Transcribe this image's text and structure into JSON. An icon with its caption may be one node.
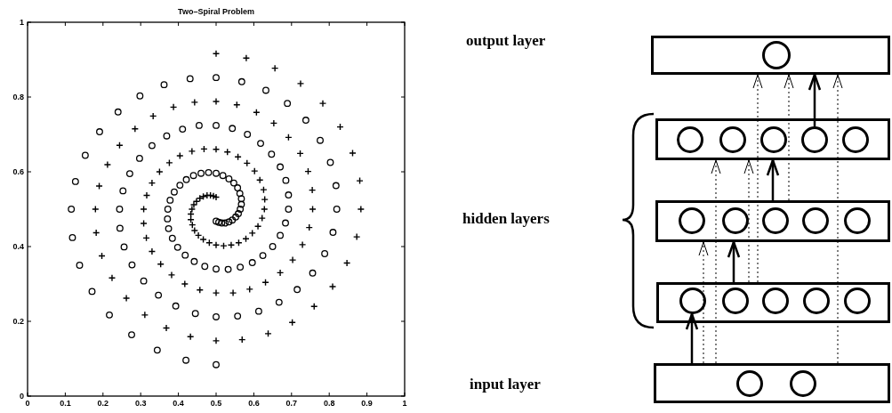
{
  "diagram": {
    "nodes": [
      {
        "text": [],
        "shape": "box"
      },
      {
        "text": [],
        "shape": "circle",
        "in": 0
      },
      {
        "text": [],
        "shape": "box"
      },
      {
        "text": [],
        "shape": "circle",
        "in": 2
      },
      {
        "text": [],
        "shape": "circle",
        "in": 2
      },
      {
        "text": [],
        "shape": "circle",
        "in": 2
      },
      {
        "text": [],
        "shape": "circle",
        "in": 2
      },
      {
        "text": [],
        "shape": "circle",
        "in": 2
      },
      {
        "text": [],
        "shape": "box"
      },
      {
        "text": [],
        "shape": "circle",
        "in": 8
      },
      {
        "text": [],
        "shape": "circle",
        "in": 8
      },
      {
        "text": [],
        "shape": "circle",
        "in": 8
      },
      {
        "text": [],
        "shape": "circle",
        "in": 8
      },
      {
        "text": [],
        "shape": "circle",
        "in": 8
      },
      {
        "text": [],
        "shape": "box"
      },
      {
        "text": [],
        "shape": "circle",
        "in": 14
      },
      {
        "text": [],
        "shape": "circle",
        "in": 14
      },
      {
        "text": [],
        "shape": "circle",
        "in": 14
      },
      {
        "text": [],
        "shape": "circle",
        "in": 14
      },
      {
        "text": [],
        "shape": "circle",
        "in": 14
      },
      {
        "text": [],
        "shape": "box"
      },
      {
        "text": [],
        "shape": "circle",
        "in": 20
      },
      {
        "text": [],
        "shape": "circle",
        "in": 20
      }
    ],
    "edges": [
      {
        "from": 20,
        "to": 15,
        "arrow": "to"
      },
      {
        "from": 20,
        "to": 8,
        "arrow": "to",
        "style": "dashed"
      },
      {
        "from": 20,
        "to": 2,
        "arrow": "to",
        "style": "dashed"
      },
      {
        "from": 14,
        "to": 8,
        "arrow": "to"
      },
      {
        "from": 14,
        "to": 2,
        "arrow": "to",
        "style": "dashed"
      },
      {
        "from": 14,
        "to": 0,
        "arrow": "to",
        "style": "dashed"
      },
      {
        "from": 8,
        "to": 2,
        "arrow": "to"
      },
      {
        "from": 8,
        "to": 0,
        "arrow": "to",
        "style": "dashed"
      },
      {
        "from": 6,
        "to": 0,
        "arrow": "to"
      },
      {
        "from": 20,
        "to": 0,
        "arrow": "to",
        "style": "dashed"
      }
    ],
    "labels": [
      "output layer",
      "hidden layers",
      "input layer"
    ],
    "chart_data": {
      "type": "scatter",
      "title": "Two–Spiral Problem",
      "xlim": [
        0,
        1
      ],
      "ylim": [
        0,
        1
      ],
      "xticks": [
        {
          "value": 0,
          "label": "0"
        },
        {
          "value": 0.1,
          "label": "0.1"
        },
        {
          "value": 0.2,
          "label": "0.2"
        },
        {
          "value": 0.3,
          "label": "0.3"
        },
        {
          "value": 0.4,
          "label": "0.4"
        },
        {
          "value": 0.5,
          "label": "0.5"
        },
        {
          "value": 0.6,
          "label": "0.6"
        },
        {
          "value": 0.7,
          "label": "0.7"
        },
        {
          "value": 0.8,
          "label": "0.8"
        },
        {
          "value": 0.9,
          "label": "0.9"
        },
        {
          "value": 1,
          "label": "1"
        }
      ],
      "yticks": [
        {
          "value": 0,
          "label": "0"
        },
        {
          "value": 0.2,
          "label": "0.2"
        },
        {
          "value": 0.4,
          "label": "0.4"
        },
        {
          "value": 0.6,
          "label": "0.6"
        },
        {
          "value": 0.8,
          "label": "0.8"
        },
        {
          "value": 1,
          "label": "1"
        }
      ],
      "x": [
        0.5,
        0.58,
        0.656,
        0.724,
        0.783,
        0.829,
        0.862,
        0.881,
        0.884,
        0.873,
        0.847,
        0.809,
        0.76,
        0.702,
        0.638,
        0.569,
        0.5,
        0.432,
        0.368,
        0.311,
        0.262,
        0.224,
        0.197,
        0.182,
        0.18,
        0.19,
        0.212,
        0.244,
        0.285,
        0.333,
        0.387,
        0.443,
        0.5,
        0.555,
        0.607,
        0.653,
        0.692,
        0.723,
        0.744,
        0.755,
        0.756,
        0.747,
        0.729,
        0.703,
        0.67,
        0.631,
        0.589,
        0.545,
        0.5,
        0.457,
        0.417,
        0.382,
        0.353,
        0.33,
        0.315,
        0.308,
        0.308,
        0.316,
        0.33,
        0.35,
        0.376,
        0.404,
        0.436,
        0.468,
        0.5,
        0.53,
        0.558,
        0.582,
        0.602,
        0.616,
        0.626,
        0.629,
        0.628,
        0.622,
        0.611,
        0.596,
        0.579,
        0.56,
        0.54,
        0.52,
        0.5,
        0.482,
        0.466,
        0.453,
        0.443,
        0.437,
        0.433,
        0.433,
        0.436,
        0.441,
        0.448,
        0.457,
        0.466,
        0.476,
        0.485,
        0.493,
        0.5,
        0.5,
        0.42,
        0.344,
        0.276,
        0.217,
        0.171,
        0.138,
        0.119,
        0.116,
        0.127,
        0.153,
        0.191,
        0.24,
        0.298,
        0.362,
        0.431,
        0.5,
        0.568,
        0.632,
        0.689,
        0.738,
        0.776,
        0.803,
        0.818,
        0.82,
        0.81,
        0.788,
        0.756,
        0.715,
        0.667,
        0.613,
        0.557,
        0.5,
        0.445,
        0.393,
        0.347,
        0.308,
        0.277,
        0.256,
        0.245,
        0.244,
        0.253,
        0.271,
        0.297,
        0.33,
        0.369,
        0.411,
        0.455,
        0.5,
        0.543,
        0.583,
        0.618,
        0.647,
        0.67,
        0.685,
        0.692,
        0.692,
        0.684,
        0.67,
        0.65,
        0.624,
        0.596,
        0.564,
        0.532,
        0.5,
        0.47,
        0.442,
        0.418,
        0.398,
        0.384,
        0.374,
        0.371,
        0.372,
        0.378,
        0.389,
        0.404,
        0.421,
        0.44,
        0.46,
        0.48,
        0.5,
        0.518,
        0.534,
        0.547,
        0.557,
        0.563,
        0.567,
        0.567,
        0.564,
        0.559,
        0.552,
        0.543,
        0.534,
        0.524,
        0.515,
        0.507,
        0.5
      ],
      "series": [
        {
          "marker": "+",
          "color": "#000000",
          "values": [
            0.916,
            0.904,
            0.877,
            0.836,
            0.783,
            0.72,
            0.65,
            0.576,
            0.5,
            0.426,
            0.356,
            0.293,
            0.24,
            0.197,
            0.167,
            0.151,
            0.148,
            0.159,
            0.182,
            0.217,
            0.262,
            0.316,
            0.375,
            0.437,
            0.5,
            0.562,
            0.619,
            0.671,
            0.715,
            0.749,
            0.773,
            0.786,
            0.788,
            0.779,
            0.759,
            0.73,
            0.692,
            0.649,
            0.601,
            0.551,
            0.5,
            0.451,
            0.405,
            0.364,
            0.33,
            0.304,
            0.286,
            0.276,
            0.276,
            0.284,
            0.3,
            0.324,
            0.353,
            0.387,
            0.423,
            0.462,
            0.5,
            0.537,
            0.57,
            0.6,
            0.624,
            0.643,
            0.655,
            0.661,
            0.66,
            0.653,
            0.64,
            0.623,
            0.602,
            0.578,
            0.552,
            0.526,
            0.5,
            0.476,
            0.454,
            0.436,
            0.421,
            0.41,
            0.404,
            0.402,
            0.404,
            0.41,
            0.419,
            0.43,
            0.443,
            0.458,
            0.472,
            0.487,
            0.5,
            0.512,
            0.521,
            0.529,
            0.534,
            0.537,
            0.537,
            0.535,
            0.532,
            null,
            null,
            null,
            null,
            null,
            null,
            null,
            null,
            null,
            null,
            null,
            null,
            null,
            null,
            null,
            null,
            null,
            null,
            null,
            null,
            null,
            null,
            null,
            null,
            null,
            null,
            null,
            null,
            null,
            null,
            null,
            null,
            null,
            null,
            null,
            null,
            null,
            null,
            null,
            null,
            null,
            null,
            null,
            null,
            null,
            null,
            null,
            null,
            null,
            null,
            null,
            null,
            null,
            null,
            null,
            null,
            null,
            null,
            null,
            null,
            null,
            null,
            null,
            null,
            null,
            null,
            null,
            null,
            null,
            null,
            null,
            null,
            null,
            null,
            null,
            null,
            null,
            null,
            null,
            null,
            null,
            null,
            null,
            null,
            null,
            null,
            null,
            null,
            null,
            null,
            null,
            null,
            null,
            null,
            null,
            null,
            null
          ]
        },
        {
          "marker": "o",
          "color": "#000000",
          "values": [
            null,
            null,
            null,
            null,
            null,
            null,
            null,
            null,
            null,
            null,
            null,
            null,
            null,
            null,
            null,
            null,
            null,
            null,
            null,
            null,
            null,
            null,
            null,
            null,
            null,
            null,
            null,
            null,
            null,
            null,
            null,
            null,
            null,
            null,
            null,
            null,
            null,
            null,
            null,
            null,
            null,
            null,
            null,
            null,
            null,
            null,
            null,
            null,
            null,
            null,
            null,
            null,
            null,
            null,
            null,
            null,
            null,
            null,
            null,
            null,
            null,
            null,
            null,
            null,
            null,
            null,
            null,
            null,
            null,
            null,
            null,
            null,
            null,
            null,
            null,
            null,
            null,
            null,
            null,
            null,
            null,
            null,
            null,
            null,
            null,
            null,
            null,
            null,
            null,
            null,
            null,
            null,
            null,
            null,
            null,
            null,
            null,
            0.084,
            0.096,
            0.123,
            0.164,
            0.217,
            0.28,
            0.35,
            0.424,
            0.5,
            0.574,
            0.644,
            0.707,
            0.76,
            0.803,
            0.833,
            0.849,
            0.852,
            0.841,
            0.818,
            0.783,
            0.738,
            0.684,
            0.625,
            0.563,
            0.5,
            0.438,
            0.381,
            0.329,
            0.285,
            0.251,
            0.227,
            0.214,
            0.212,
            0.221,
            0.241,
            0.27,
            0.308,
            0.351,
            0.399,
            0.449,
            0.5,
            0.549,
            0.595,
            0.636,
            0.67,
            0.696,
            0.714,
            0.724,
            0.724,
            0.716,
            0.7,
            0.676,
            0.647,
            0.613,
            0.577,
            0.538,
            0.5,
            0.463,
            0.43,
            0.4,
            0.376,
            0.357,
            0.345,
            0.339,
            0.34,
            0.347,
            0.36,
            0.377,
            0.398,
            0.422,
            0.448,
            0.474,
            0.5,
            0.524,
            0.546,
            0.564,
            0.579,
            0.59,
            0.596,
            0.598,
            0.596,
            0.59,
            0.581,
            0.57,
            0.557,
            0.542,
            0.528,
            0.513,
            0.5,
            0.488,
            0.479,
            0.471,
            0.466,
            0.463,
            0.463,
            0.465,
            0.468
          ]
        }
      ]
    }
  }
}
